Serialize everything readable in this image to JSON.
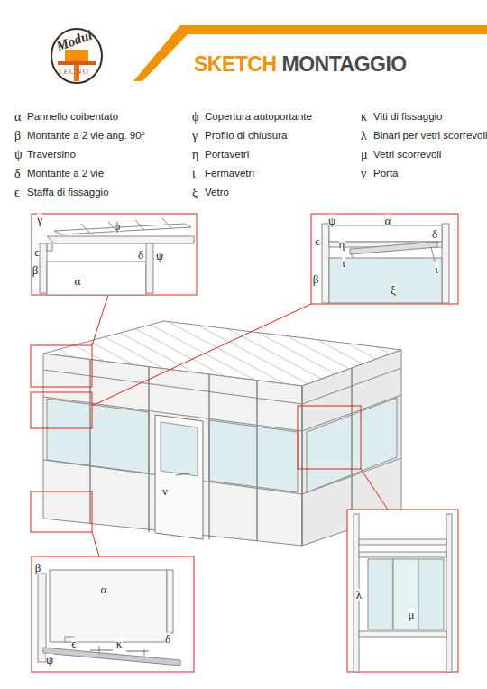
{
  "diagram": {
    "labels": [
      "SKETCH",
      "MONTAGGIO",
      "Modul",
      "TECNO",
      "α",
      "Pannello coibentato",
      "β",
      "Montante a 2 vie ang. 90°",
      "ψ",
      "Traversino",
      "δ",
      "Montante a 2 vie",
      "ϵ",
      "Staffa di fissaggio",
      "ϕ",
      "Copertura autoportante",
      "γ",
      "Profilo di chiusura",
      "η",
      "Portavetri",
      "ι",
      "Fermavetri",
      "ξ",
      "Vetro",
      "κ",
      "Viti di fissaggio",
      "λ",
      "Binari per vetri scorrevoli",
      "μ",
      "Vetri scorrevoli",
      "ν",
      "Porta",
      "γ",
      "ϕ",
      "ϵ",
      "δ",
      "ψ",
      "β",
      "α",
      "ψ",
      "α",
      "δ",
      "ϵ",
      "η",
      "ι",
      "ι",
      "β",
      "ξ",
      "ν",
      "β",
      "α",
      "ϵ",
      "κ",
      "δ",
      "ψ",
      "λ",
      "μ"
    ]
  }
}
